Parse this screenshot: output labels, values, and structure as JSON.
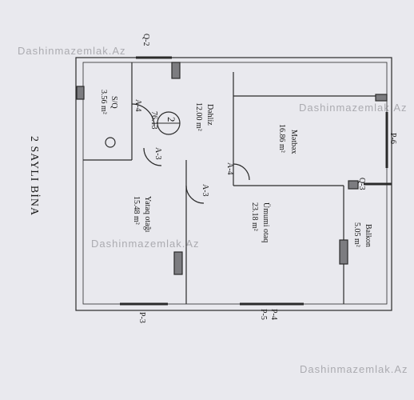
{
  "building_label": "2 SAYLI BİNA",
  "apartment": {
    "number": "2",
    "area": "76.13"
  },
  "rooms": [
    {
      "name": "S/Q",
      "area": "3.56 m²"
    },
    {
      "name": "Dəhliz",
      "area": "12.00 m²"
    },
    {
      "name": "Mətbəx",
      "area": "16.86 m²"
    },
    {
      "name": "Yataq otağı",
      "area": "15.48 m²"
    },
    {
      "name": "Ümumi otaq",
      "area": "23.18 m²"
    },
    {
      "name": "Balkon",
      "area": "5.05 m²"
    }
  ],
  "markers": {
    "a4_top": "A-4",
    "a3_top": "A-3",
    "a4_mid": "A-4",
    "a3_mid": "A-3",
    "q2": "Q-2",
    "q3": "Q-3",
    "p6": "P-6",
    "p4": "P-4",
    "p5": "P-5",
    "p3": "P-3"
  },
  "watermark": "Dashinmazemlak.Az",
  "colors": {
    "paper": "#e9e9ee",
    "wall": "#2a2a2a",
    "wall_fill": "#7c7c80",
    "watermark": "#8a8a8f"
  }
}
